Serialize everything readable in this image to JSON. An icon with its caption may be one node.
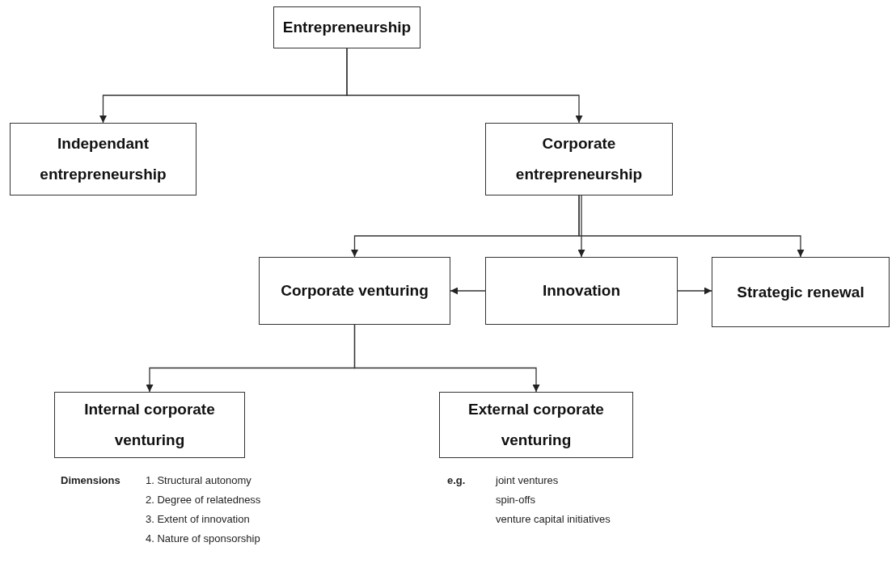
{
  "diagram": {
    "nodes": [
      {
        "text": [
          "Entrepreneurship"
        ]
      },
      {
        "text": [
          "Independant entrepreneurship"
        ]
      },
      {
        "text": [
          "Corporate entrepreneurship"
        ]
      },
      {
        "text": [
          "Corporate venturing"
        ]
      },
      {
        "text": [
          "Innovation"
        ]
      },
      {
        "text": [
          "Strategic renewal"
        ]
      },
      {
        "text": [
          "Internal corporate venturing"
        ],
        "beside": [
          "Dimensions",
          "1. Structural autonomy",
          "2. Degree of relatedness",
          "3. Extent of innovation",
          "4. Nature of sponsorship"
        ]
      },
      {
        "text": [
          "External corporate venturing"
        ],
        "beside": [
          "e.g.",
          "joint ventures",
          "spin-offs",
          "venture capital initiatives"
        ]
      }
    ],
    "edges": [
      {
        "from": 0,
        "to": 1,
        "arrow": "to"
      },
      {
        "from": 0,
        "to": 2,
        "arrow": "to"
      },
      {
        "from": 2,
        "to": 3,
        "arrow": "to"
      },
      {
        "from": 2,
        "to": 4,
        "arrow": "to"
      },
      {
        "from": 2,
        "to": 5,
        "arrow": "to"
      },
      {
        "from": 4,
        "to": 3,
        "arrow": "to"
      },
      {
        "from": 4,
        "to": 5,
        "arrow": "to"
      },
      {
        "from": 3,
        "to": 6,
        "arrow": "to"
      },
      {
        "from": 3,
        "to": 7,
        "arrow": "to"
      }
    ]
  }
}
